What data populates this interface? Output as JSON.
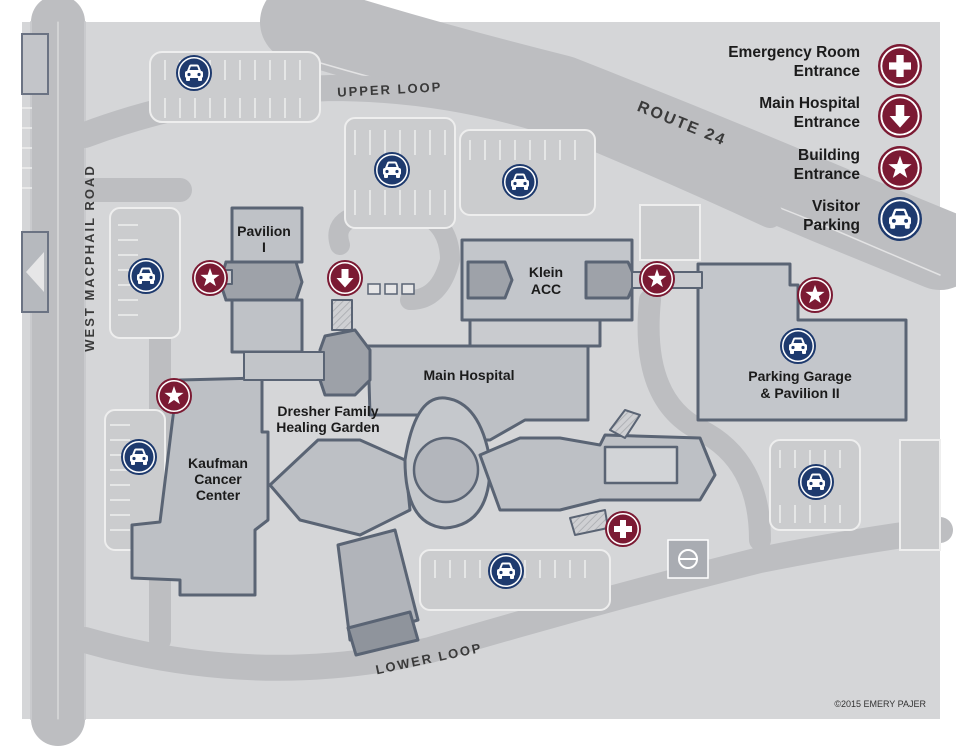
{
  "labels": {
    "pavilion1_a": "Pavilion",
    "pavilion1_b": "I",
    "klein_a": "Klein",
    "klein_b": "ACC",
    "main_hospital": "Main Hospital",
    "garden_a": "Dresher Family",
    "garden_b": "Healing Garden",
    "kaufman_a": "Kaufman",
    "kaufman_b": "Cancer",
    "kaufman_c": "Center",
    "garage_a": "Parking Garage",
    "garage_b": "& Pavilion II"
  },
  "roads": {
    "upper_loop": "UPPER LOOP",
    "route24": "ROUTE 24",
    "west_macphail": "WEST MACPHAIL ROAD",
    "lower_loop": "LOWER LOOP"
  },
  "legend": [
    {
      "line1": "Emergency Room",
      "line2": "Entrance",
      "icon": "cross-icon"
    },
    {
      "line1": "Main Hospital",
      "line2": "Entrance",
      "icon": "arrow-down-icon"
    },
    {
      "line1": "Building",
      "line2": "Entrance",
      "icon": "star-icon"
    },
    {
      "line1": "Visitor",
      "line2": "Parking",
      "icon": "car-icon"
    }
  ],
  "copyright": "©2015 EMERY PAJER",
  "colors": {
    "maroon": "#7b1a33",
    "navy": "#1e3a6e",
    "ground": "#d5d6d8",
    "road": "#bdbec1",
    "building": "#b9bcc1",
    "building_edge": "#5a6474"
  }
}
